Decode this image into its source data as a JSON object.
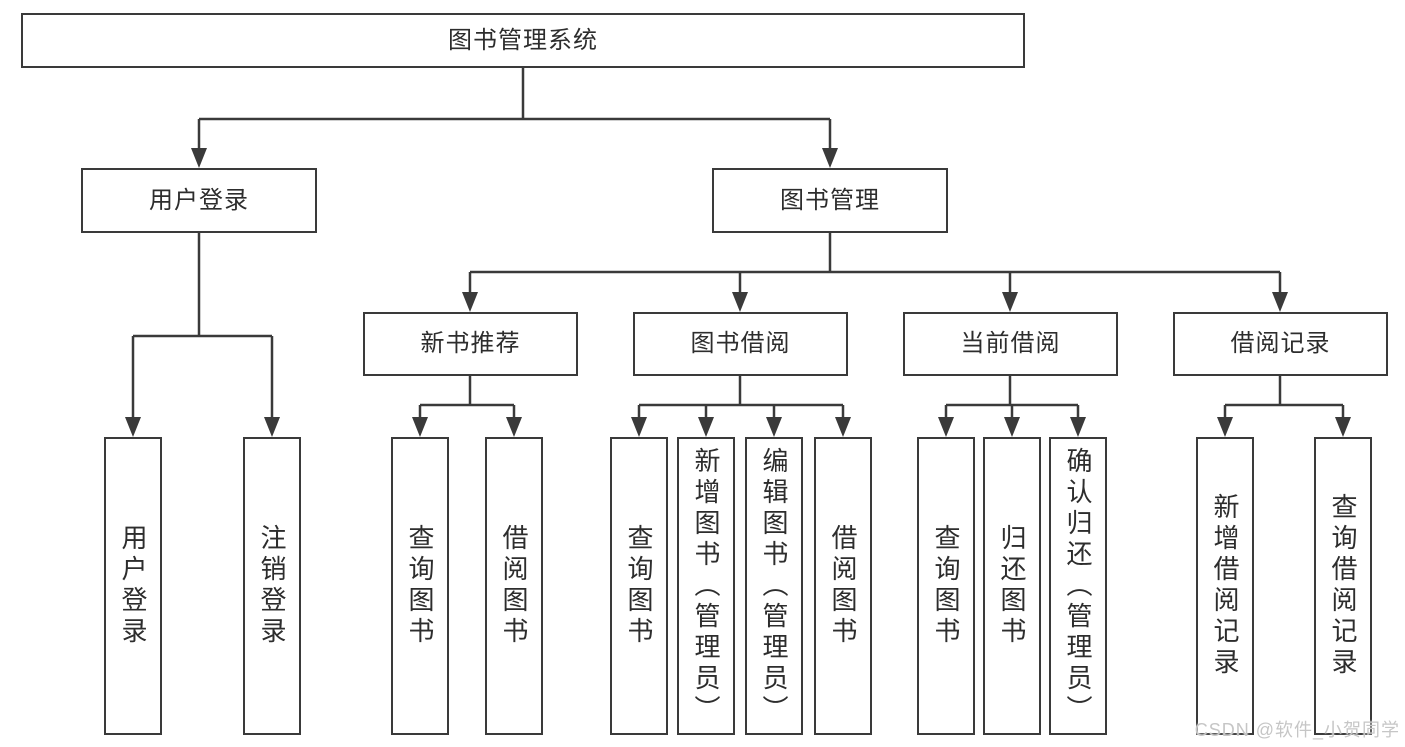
{
  "diagram": {
    "root": {
      "label": "图书管理系统"
    },
    "level2": [
      {
        "label": "用户登录"
      },
      {
        "label": "图书管理"
      }
    ],
    "level3": [
      {
        "label": "新书推荐"
      },
      {
        "label": "图书借阅"
      },
      {
        "label": "当前借阅"
      },
      {
        "label": "借阅记录"
      }
    ],
    "leaves": {
      "user_login": [
        {
          "label": "用户登录"
        },
        {
          "label": "注销登录"
        }
      ],
      "new_book": [
        {
          "label": "查询图书"
        },
        {
          "label": "借阅图书"
        }
      ],
      "borrow": [
        {
          "label": "查询图书"
        },
        {
          "label": "新增图书（管理员）"
        },
        {
          "label": "编辑图书（管理员）"
        },
        {
          "label": "借阅图书"
        }
      ],
      "current": [
        {
          "label": "查询图书"
        },
        {
          "label": "归还图书"
        },
        {
          "label": "确认归还（管理员）"
        }
      ],
      "records": [
        {
          "label": "新增借阅记录"
        },
        {
          "label": "查询借阅记录"
        }
      ]
    },
    "watermark": "CSDN @软件_小贺同学",
    "colors": {
      "line": "#3a3a3a",
      "box_border": "#3a3a3a",
      "text": "#2d2d2d",
      "watermark": "#c6c6c6",
      "background": "#ffffff"
    }
  }
}
